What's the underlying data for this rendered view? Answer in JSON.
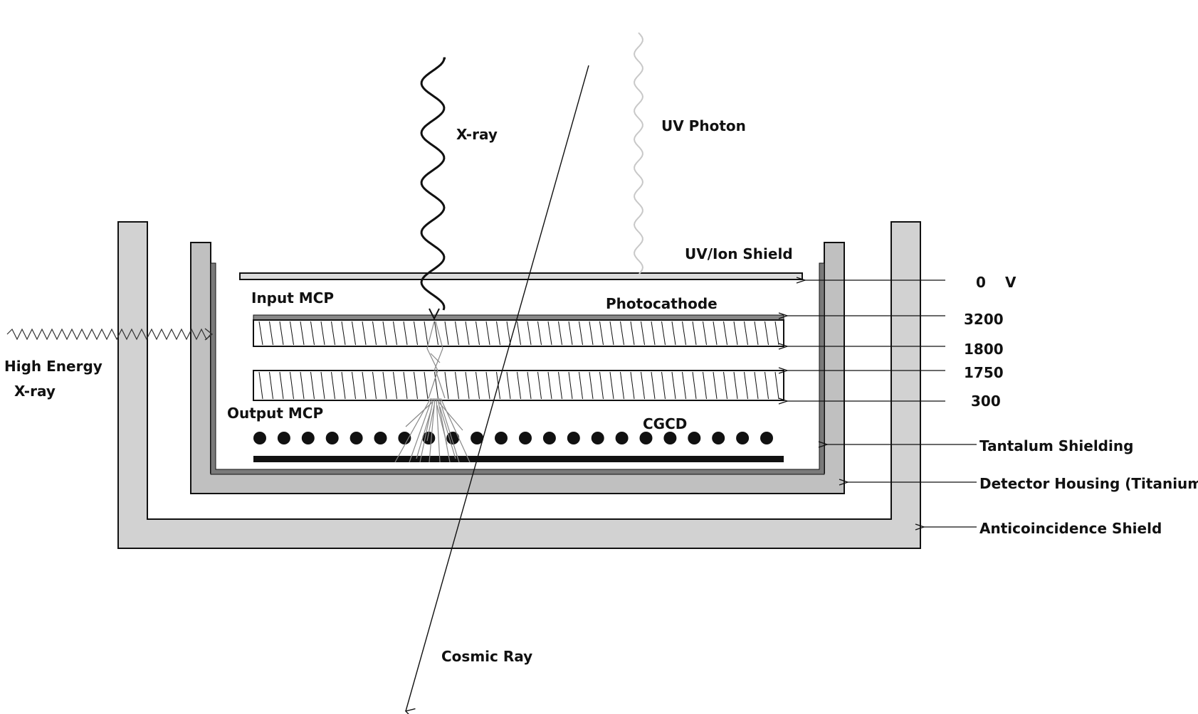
{
  "labels": {
    "xray_top": "X-ray",
    "uv_photon": "UV Photon",
    "uv_ion_shield": "UV/Ion Shield",
    "input_mcp": "Input MCP",
    "photocathode": "Photocathode",
    "high_energy": "High Energy",
    "xray_side": "X-ray",
    "output_mcp": "Output MCP",
    "cgcd": "CGCD",
    "cosmic_ray": "Cosmic Ray"
  },
  "voltages": {
    "v0": "0",
    "v0_unit": "V",
    "v3200": "3200",
    "v1800": "1800",
    "v1750": "1750",
    "v300": "300"
  },
  "right_labels": {
    "tantalum": "Tantalum Shielding",
    "housing": "Detector Housing (Titanium)",
    "anticoincidence": "Anticoincidence Shield"
  },
  "colors": {
    "shield_fill": "#d2d2d2",
    "housing_fill": "#c0c0c0",
    "tantalum_fill": "#7a7a7a",
    "photocathode_fill": "#888888",
    "line": "#111111",
    "uv_line": "#c8c8c8"
  }
}
